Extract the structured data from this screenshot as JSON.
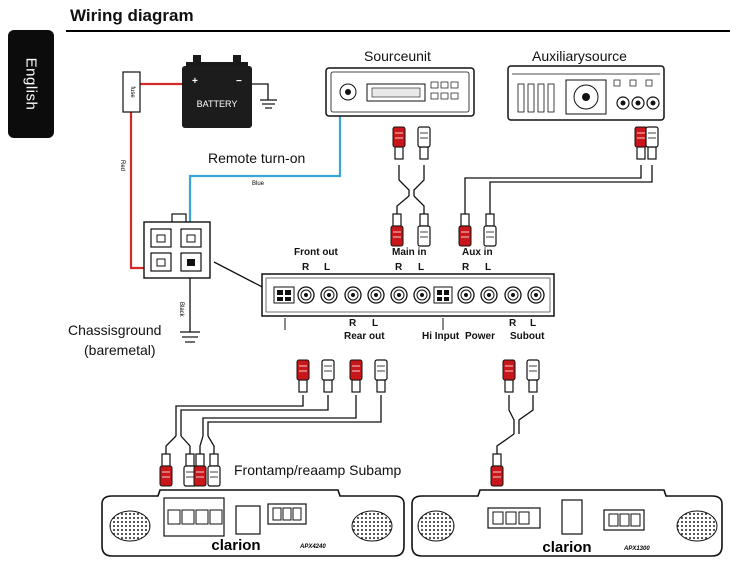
{
  "sidebar": {
    "language": "English"
  },
  "header": {
    "title": "Wiring diagram"
  },
  "components": {
    "fuse_label": "fuse",
    "battery_label": "BATTERY",
    "source_unit": "Sourceunit",
    "auxiliary_source": "Auxiliarysource",
    "remote_turn_on": "Remote turn-on",
    "blue_wire": "Blue",
    "red_wire": "Red",
    "black_wire": "Black",
    "chassis_ground_1": "Chassisground",
    "chassis_ground_2": "(baremetal)",
    "front_out": "Front out",
    "main_in": "Main in",
    "aux_in": "Aux in",
    "rear_out": "Rear out",
    "hi_input": "Hi Input",
    "power": "Power",
    "subout": "Subout",
    "ch_r": "R",
    "ch_l": "L",
    "amp_caption": "Frontamp/reaamp Subamp",
    "brand_left": "clarion",
    "brand_right": "clarion",
    "model_left": "APX4240",
    "model_right": "APX1300"
  },
  "colors": {
    "red_wire": "#d42a2a",
    "blue_wire": "#3aa6d6",
    "rca_red": "#c8161a",
    "black": "#111111"
  }
}
